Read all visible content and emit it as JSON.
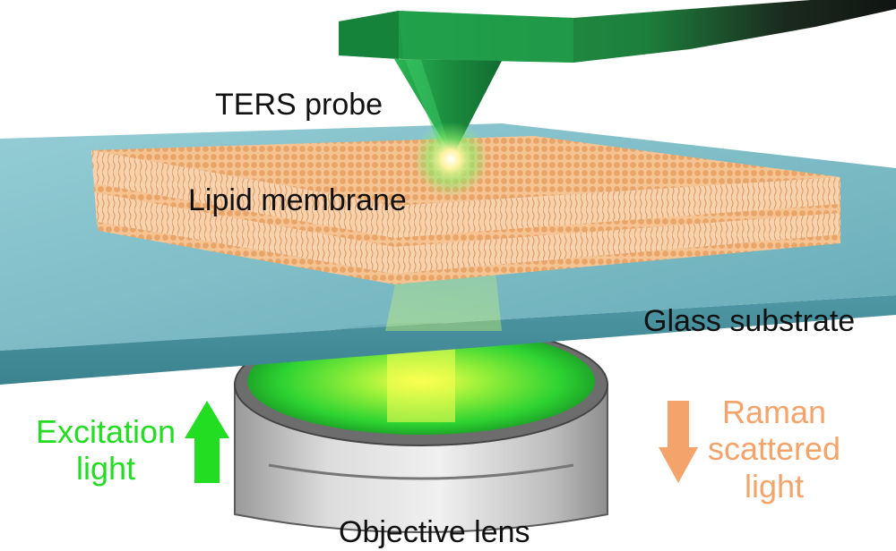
{
  "labels": {
    "ters_probe": "TERS probe",
    "lipid_membrane": "Lipid membrane",
    "glass_substrate": "Glass substrate",
    "excitation_line1": "Excitation",
    "excitation_line2": "light",
    "raman_line1": "Raman",
    "raman_line2": "scattered",
    "raman_line3": "light",
    "objective_lens": "Objective lens"
  },
  "colors": {
    "excitation": "#22dd22",
    "raman": "#f4a46a",
    "glass": "#6fb7c2",
    "lipid": "#f2b37a",
    "probe": "#1e9e4a",
    "lens_glow": "#4be03a"
  },
  "icons": {
    "excitation_arrow": "arrow-up-icon",
    "raman_arrow": "arrow-down-icon"
  }
}
